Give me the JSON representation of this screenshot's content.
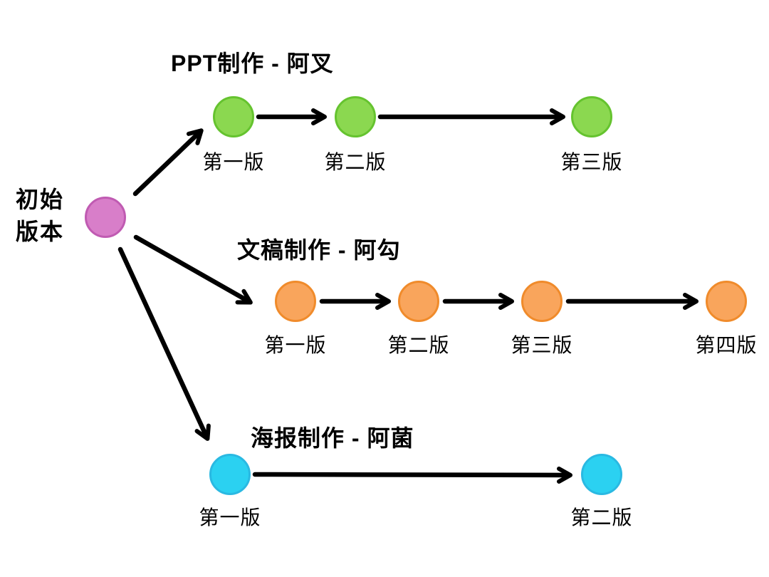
{
  "colors": {
    "background": "#ffffff",
    "text": "#000000",
    "arrow": "#000000"
  },
  "root_node": {
    "label": "初始\n版本",
    "fill": "#d87ec9",
    "border": "#c05bb2"
  },
  "branches": [
    {
      "title": "PPT制作 - 阿叉",
      "node_fill": "#8bd850",
      "node_border": "#65c32f",
      "commits": [
        "第一版",
        "第二版",
        "第三版"
      ]
    },
    {
      "title": "文稿制作 - 阿勾",
      "node_fill": "#f9a55c",
      "node_border": "#f08b2b",
      "commits": [
        "第一版",
        "第二版",
        "第三版",
        "第四版"
      ]
    },
    {
      "title": "海报制作 - 阿菌",
      "node_fill": "#2bd1f1",
      "node_border": "#2ab9e2",
      "commits": [
        "第一版",
        "第二版"
      ]
    }
  ]
}
